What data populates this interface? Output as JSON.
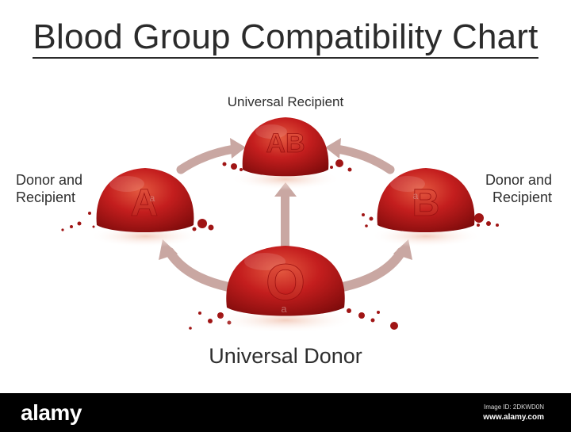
{
  "title": "Blood Group Compatibility Chart",
  "labels": {
    "ab": "Universal Recipient",
    "a": [
      "Donor and",
      "Recipient"
    ],
    "b": [
      "Donor and",
      "Recipient"
    ],
    "o": "Universal Donor"
  },
  "groups": {
    "ab": "AB",
    "a": "A",
    "b": "B",
    "o": "O"
  },
  "watermark": "a",
  "footer": {
    "brand": "alamy",
    "image_id": "Image ID: 2DKWD0N",
    "site": "www.alamy.com"
  },
  "colors": {
    "blood_dark": "#8e0f0f",
    "blood_mid": "#c01d1d",
    "blood_light": "#e0533a",
    "arrow": "#c9a7a2",
    "text": "#2e2e2e",
    "footer_bg": "#000000"
  },
  "icons": [
    "blood-drop-icon",
    "arrow-icon"
  ]
}
